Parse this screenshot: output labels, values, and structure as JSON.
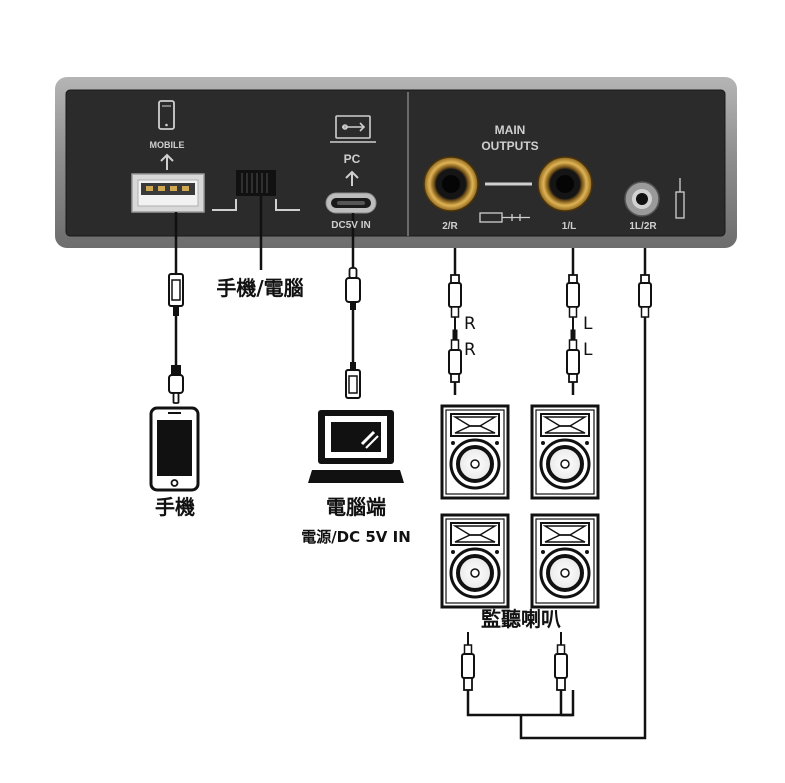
{
  "panel": {
    "mobile_label": "MOBILE",
    "pc_label": "PC",
    "dc_label": "DC5V IN",
    "main_outputs_line1": "MAIN",
    "main_outputs_line2": "OUTPUTS",
    "out_right_label": "2/R",
    "out_left_label": "1/L",
    "headphone_label": "1L/2R"
  },
  "callouts": {
    "switch_label": "手機/電腦",
    "phone_label": "手機",
    "pc_label": "電腦端",
    "pc_sublabel": "電源/DC 5V IN",
    "speakers_label": "監聽喇叭",
    "right_top": "R",
    "right_bottom": "R",
    "left_top": "L",
    "left_bottom": "L"
  },
  "icons": [
    "mobile-icon",
    "usb-icon",
    "phone-icon",
    "laptop-icon",
    "speaker-icon",
    "trs-plug-icon",
    "usb-a-plug-icon",
    "usb-c-plug-icon"
  ],
  "colors": {
    "panel_frame": "#8a8a8a",
    "panel_face": "#2a2a2a",
    "jack_gold": "#c99a3a",
    "cable": "#111111"
  }
}
